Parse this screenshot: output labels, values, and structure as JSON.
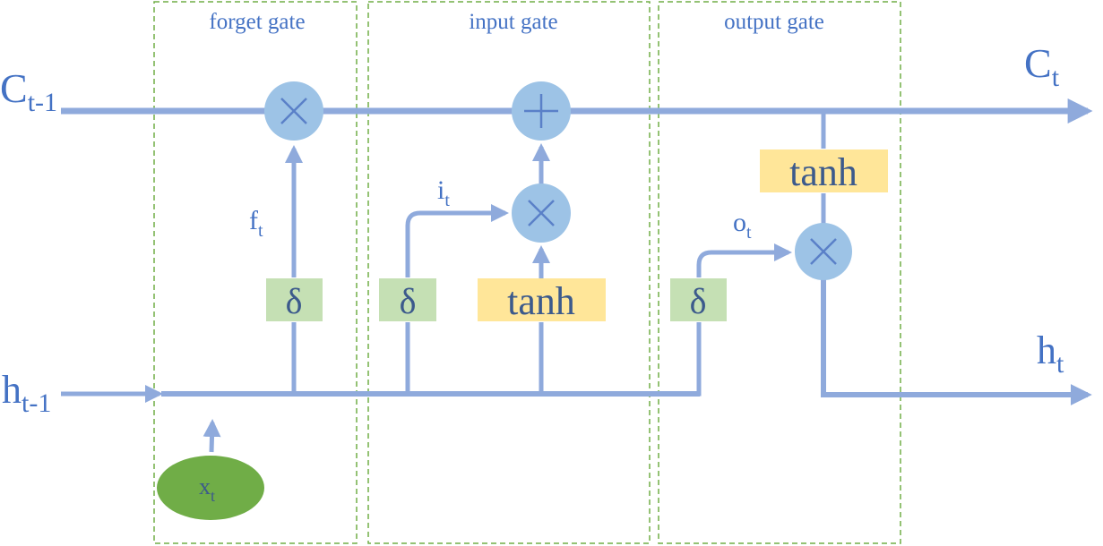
{
  "gates": {
    "forget": "forget gate",
    "input": "input gate",
    "output": "output gate"
  },
  "labels": {
    "c_prev_base": "C",
    "c_prev_sub": "t-1",
    "c_t_base": "C",
    "c_t_sub": "t",
    "h_prev_base": "h",
    "h_prev_sub": "t-1",
    "h_t_base": "h",
    "h_t_sub": "t",
    "x_t_base": "x",
    "x_t_sub": "t",
    "f_t_base": "f",
    "f_t_sub": "t",
    "i_t_base": "i",
    "i_t_sub": "t",
    "o_t_base": "o",
    "o_t_sub": "t"
  },
  "blocks": {
    "sigma_forget": "δ",
    "sigma_input": "δ",
    "sigma_output": "δ",
    "tanh_input": "tanh",
    "tanh_output": "tanh"
  },
  "colors": {
    "line": "#8faadc",
    "circle": "#9dc3e6",
    "sigma_box": "#c5e0b4",
    "tanh_box": "#ffe699",
    "gate_border": "#70ad47",
    "input_ellipse": "#70ad47"
  }
}
